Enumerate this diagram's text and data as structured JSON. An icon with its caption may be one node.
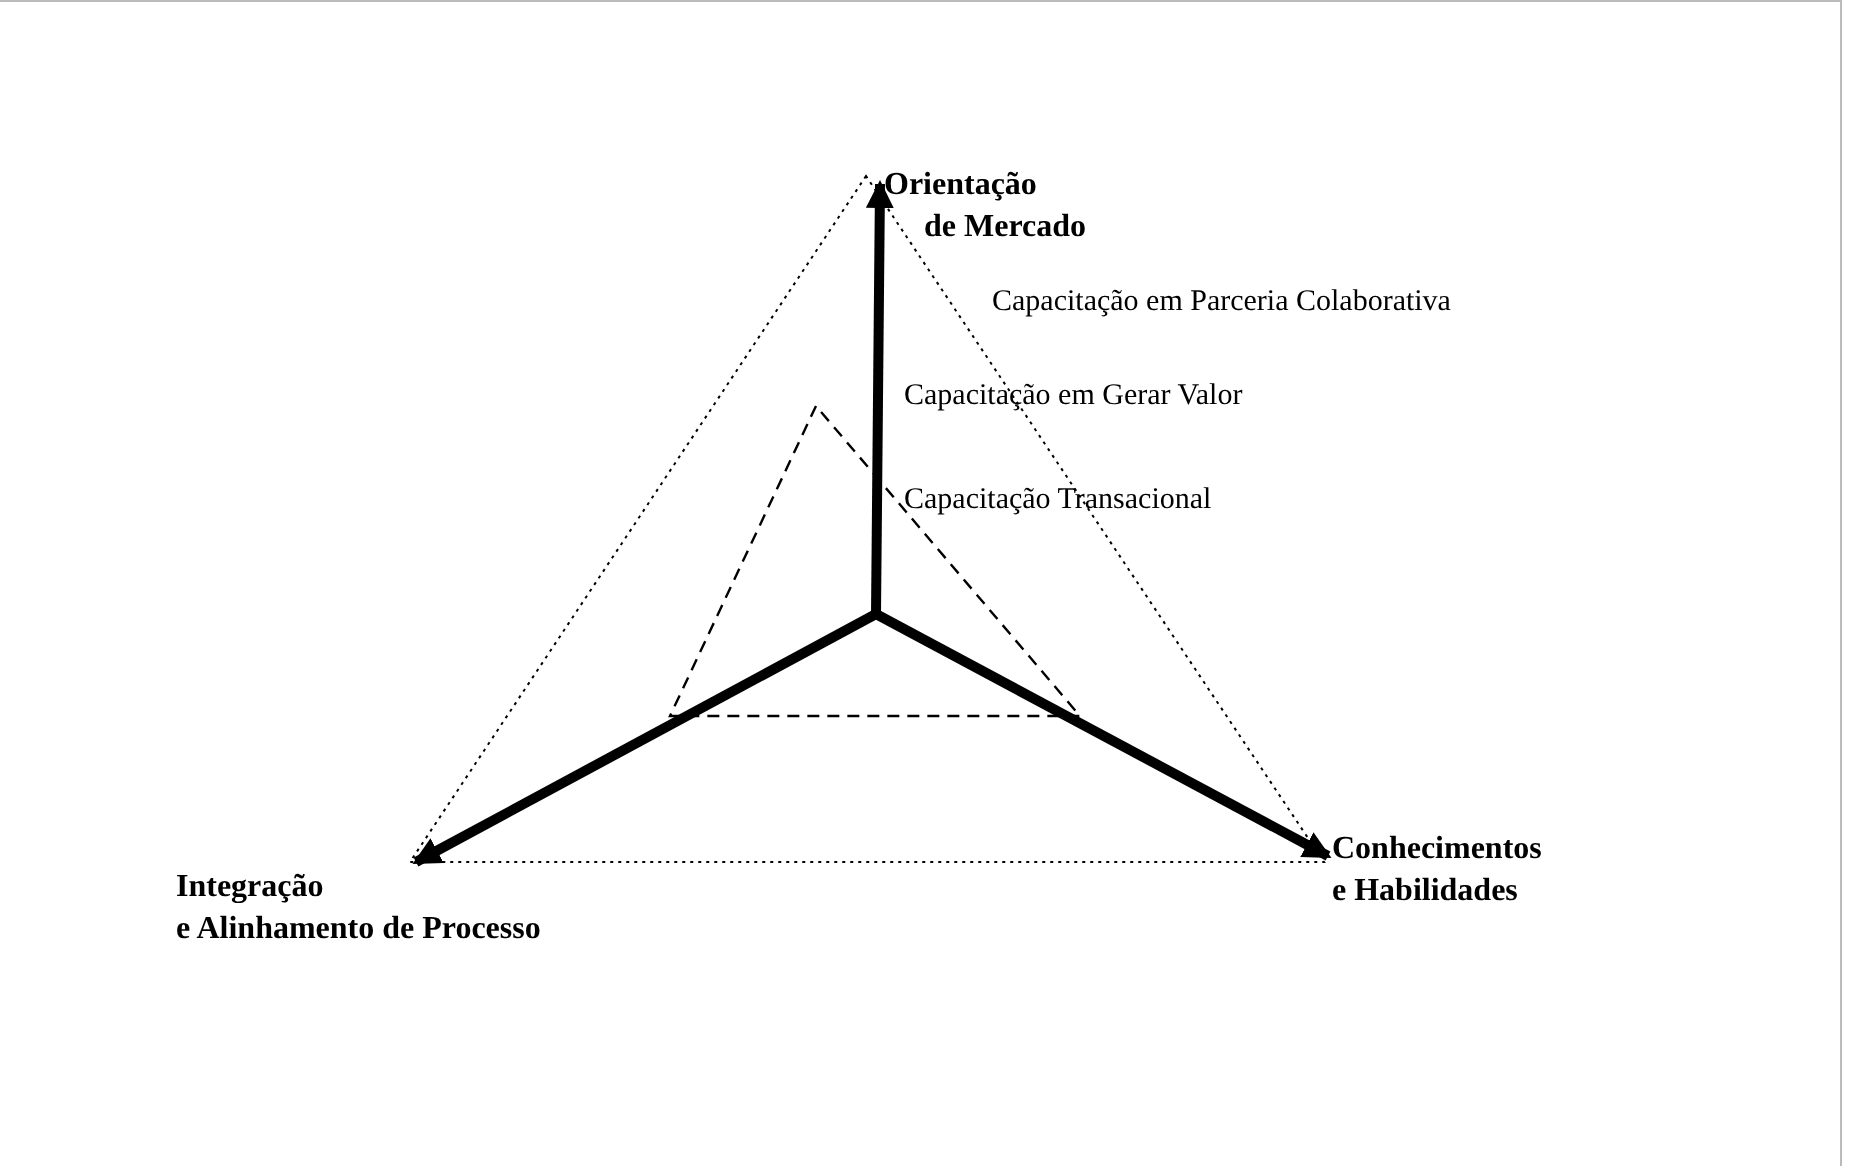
{
  "diagram": {
    "nodes": [
      {
        "text": [
          "Orientação de Mercado"
        ]
      },
      {
        "text": [
          "Conhecimentos e Habilidades"
        ]
      },
      {
        "text": [
          "Integração e Alinhamento de Processo"
        ]
      }
    ],
    "edges": [
      {
        "from": null,
        "to": 0,
        "arrow": "to"
      },
      {
        "from": null,
        "to": 1,
        "arrow": "to"
      },
      {
        "from": null,
        "to": 2,
        "arrow": "to"
      }
    ],
    "labels": [
      "Capacitação em Parceria Colaborativa",
      "Capacitação em Gerar Valor",
      "Capacitação Transacional"
    ]
  }
}
